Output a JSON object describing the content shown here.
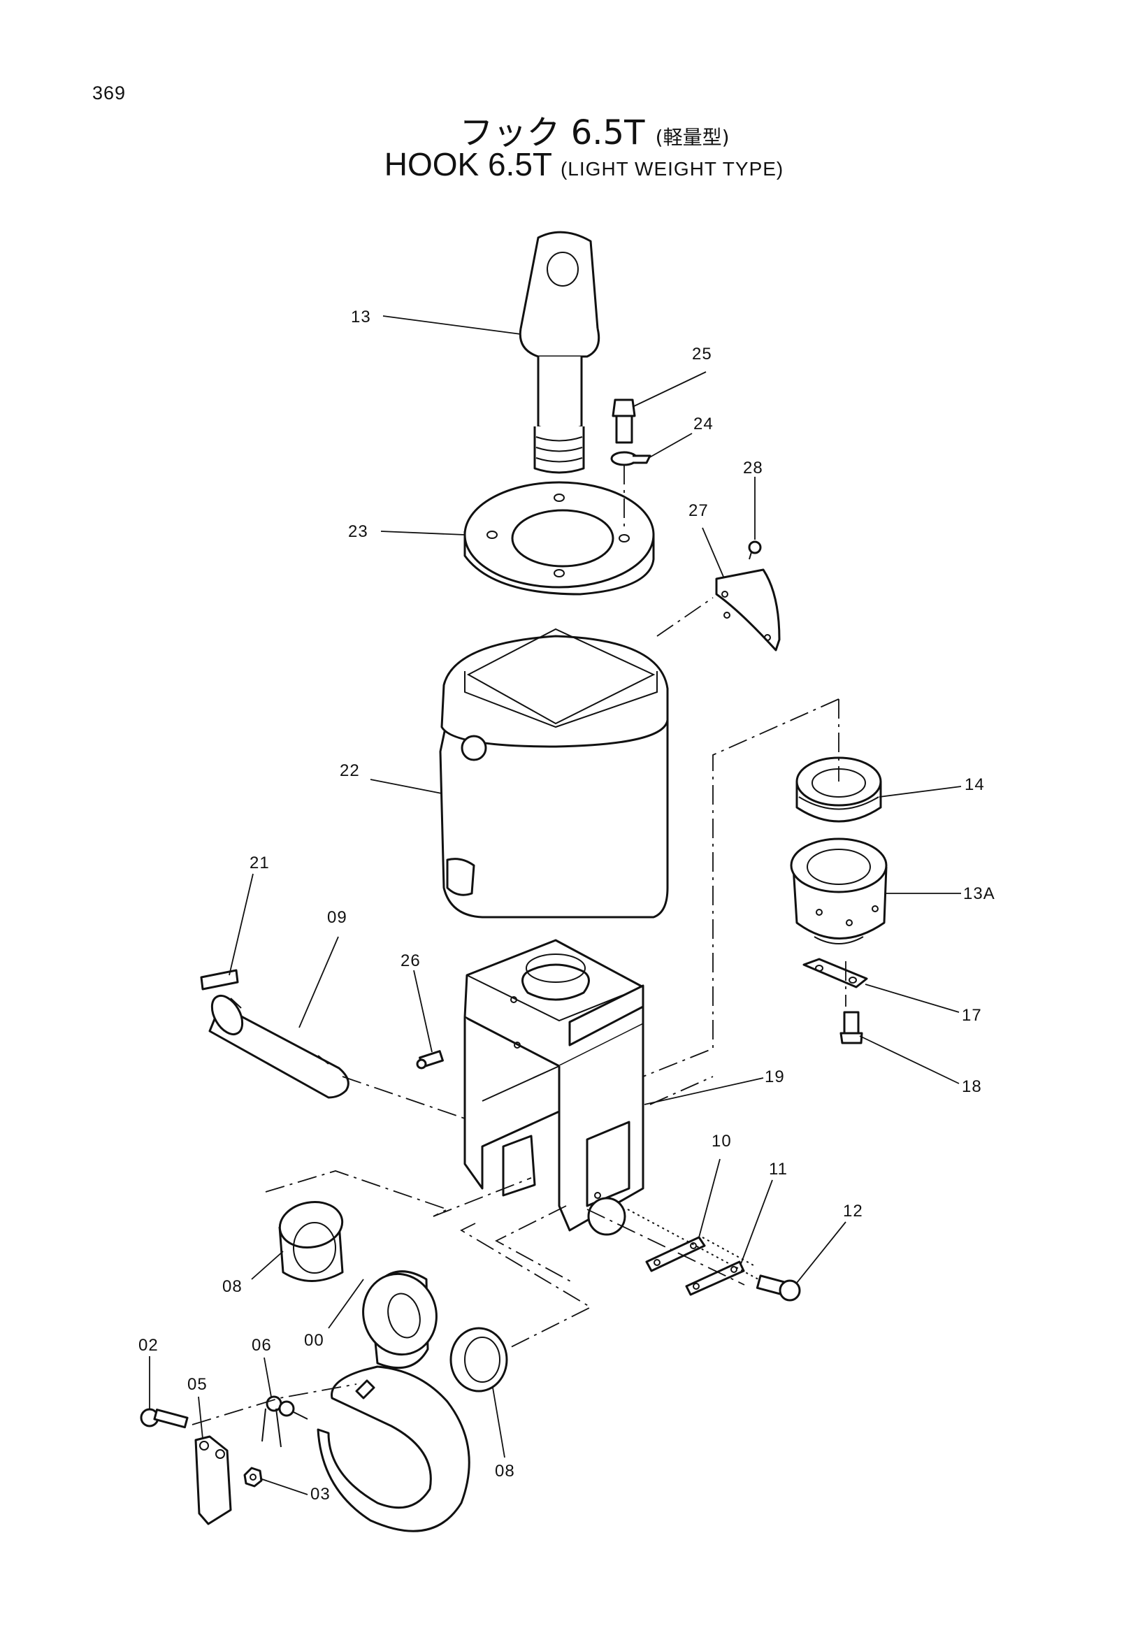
{
  "page_number": "369",
  "title_jp": {
    "main": "フック 6.5T",
    "sub": "(軽量型)"
  },
  "title_en": {
    "main": "HOOK 6.5T",
    "sub": "(LIGHT WEIGHT TYPE)"
  },
  "callouts": {
    "p13": "13",
    "p25": "25",
    "p24": "24",
    "p28": "28",
    "p27": "27",
    "p23": "23",
    "p22": "22",
    "p14": "14",
    "p13A": "13A",
    "p21": "21",
    "p09": "09",
    "p26": "26",
    "p17": "17",
    "p18": "18",
    "p19": "19",
    "p10": "10",
    "p11": "11",
    "p12": "12",
    "p08a": "08",
    "p00": "00",
    "p02": "02",
    "p06": "06",
    "p05": "05",
    "p03": "03",
    "p08b": "08"
  }
}
